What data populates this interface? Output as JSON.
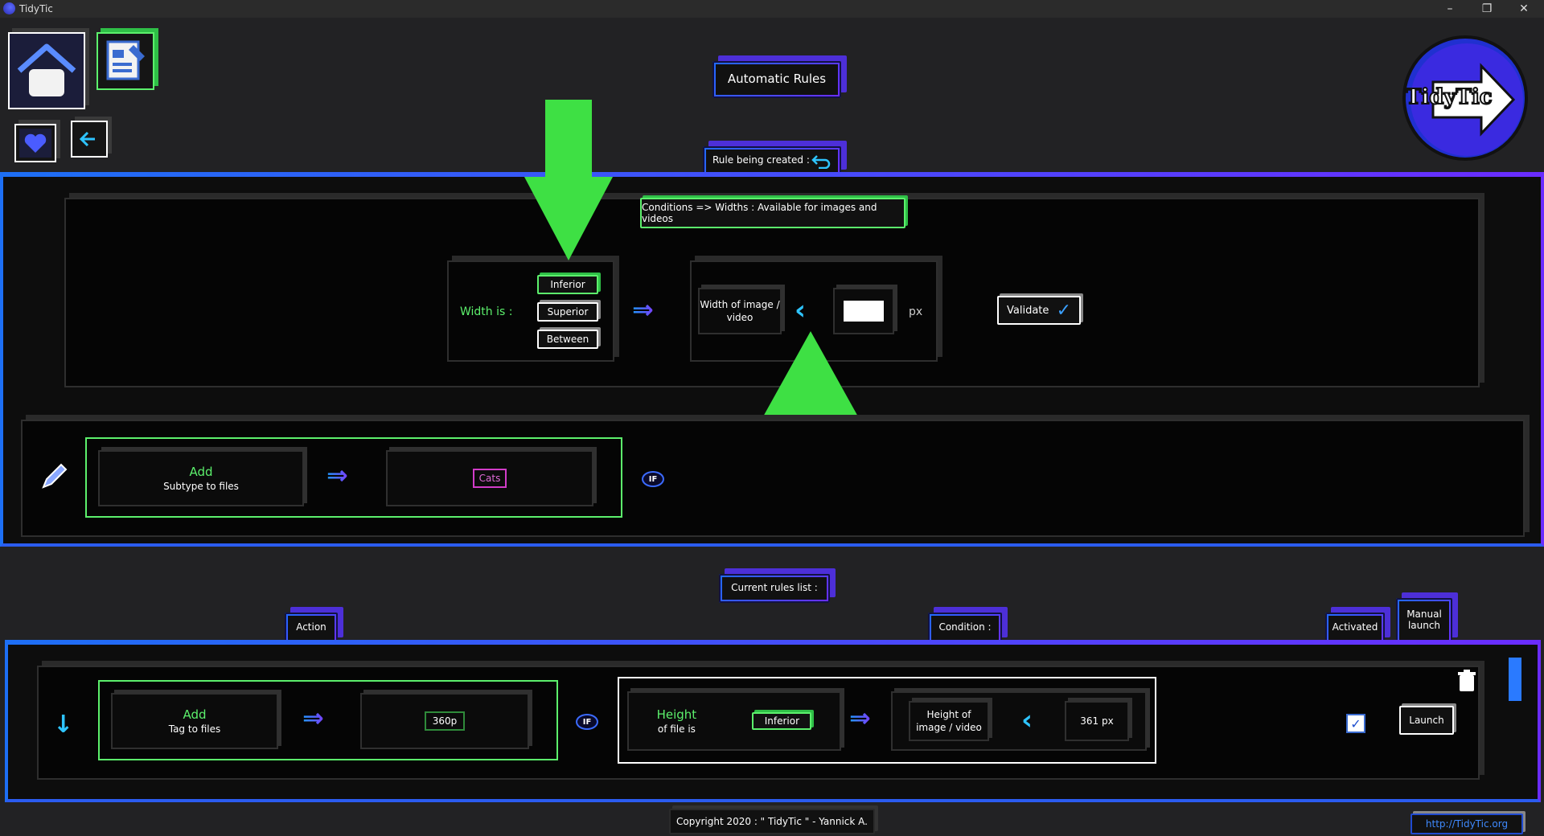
{
  "window": {
    "title": "TidyTic",
    "controls": [
      "–",
      "❐",
      "✕"
    ]
  },
  "header": {
    "title": "Automatic Rules",
    "logo_text": "TidyTic"
  },
  "creation": {
    "label": "Rule being created :",
    "conditions_title": "Conditions => Widths : Available for images and videos",
    "width_label": "Width is :",
    "options": [
      "Inferior",
      "Superior",
      "Between"
    ],
    "width_of": "Width of image / video",
    "input_value": "",
    "unit": "px",
    "validate": "Validate",
    "action_add": "Add",
    "action_sub": "Subtype to files",
    "subtype_value": "Cats",
    "if_label": "IF"
  },
  "rules_list": {
    "label": "Current rules list :",
    "col_action": "Action",
    "col_condition": "Condition :",
    "col_activated": "Activated",
    "col_manual": "Manual launch",
    "rows": [
      {
        "action_add": "Add",
        "action_sub": "Tag to files",
        "tag_value": "360p",
        "if_label": "IF",
        "cond_title": "Height",
        "cond_sub": "of file is",
        "cond_op": "Inferior",
        "cond_target": "Height of image / video",
        "cond_value": "361 px",
        "activated": true,
        "launch": "Launch"
      }
    ]
  },
  "footer": {
    "copyright": "Copyright 2020 : \" TidyTic \" - Yannick A.",
    "url": "http://TidyTic.org"
  },
  "colors": {
    "accent_blue": "#1d6ff5",
    "accent_purple": "#6a2cff",
    "green": "#5cf06c",
    "pink": "#d23cc8"
  }
}
